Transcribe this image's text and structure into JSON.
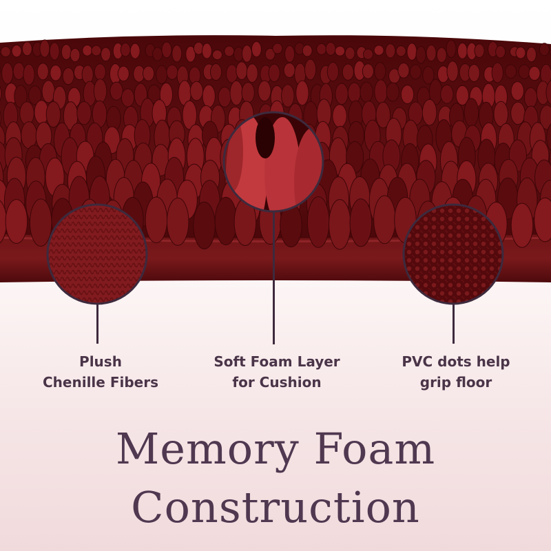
{
  "colors": {
    "rug_base": "#5e0e10",
    "rug_dark": "#3d0507",
    "rug_light": "#8a2226",
    "lens_ring": "#3d2a3d",
    "text": "#4a3448",
    "title": "#4f3850"
  },
  "callouts": [
    {
      "line1": "Plush",
      "line2": "Chenille Fibers"
    },
    {
      "line1": "Soft Foam Layer",
      "line2": "for Cushion"
    },
    {
      "line1": "PVC dots help",
      "line2": "grip floor"
    }
  ],
  "headline": {
    "line1": "Memory Foam",
    "line2": "Construction"
  }
}
